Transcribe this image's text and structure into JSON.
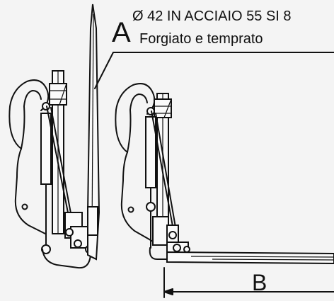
{
  "callout_a": {
    "letter": "A",
    "line1": "Ø 42 IN ACCIAIO 55 SI 8",
    "line2": "Forgiato e temprato"
  },
  "dimension_b": {
    "letter": "B"
  }
}
